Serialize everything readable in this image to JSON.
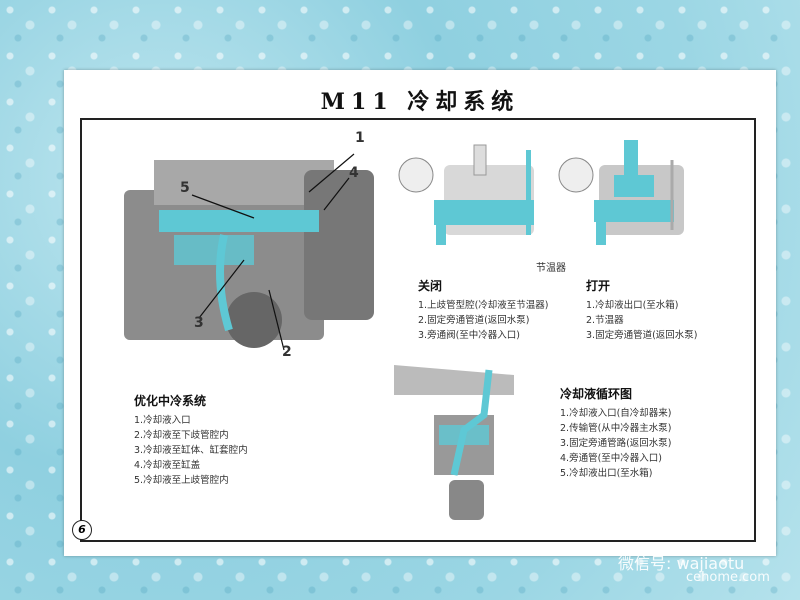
{
  "title": "M11 冷却系统",
  "page_number": "6",
  "thermostat_caption": "节温器",
  "closed": {
    "heading": "关闭",
    "items": [
      "1.上歧管型腔(冷却液至节温器)",
      "2.固定旁通管道(返回水泵)",
      "3.旁通阀(至中冷器入口)"
    ]
  },
  "open": {
    "heading": "打开",
    "items": [
      "1.冷却液出口(至水箱)",
      "2.节温器",
      "3.固定旁通管道(返回水泵)"
    ]
  },
  "optimized": {
    "heading": "优化中冷系统",
    "items": [
      "1.冷却液入口",
      "2.冷却液至下歧管腔内",
      "3.冷却液至缸体、缸套腔内",
      "4.冷却液至缸盖",
      "5.冷却液至上歧管腔内"
    ]
  },
  "circulation": {
    "heading": "冷却液循环图",
    "items": [
      "1.冷却液入口(自冷却器来)",
      "2.传输管(从中冷器主水泵)",
      "3.固定旁通管路(返回水泵)",
      "4.旁通管(至中冷器入口)",
      "5.冷却液出口(至水箱)"
    ]
  },
  "callouts": {
    "n1": "1",
    "n2": "2",
    "n3": "3",
    "n4": "4",
    "n5": "5"
  },
  "watermark": {
    "wechat": "微信号: wajiaotu",
    "site": "cehome.com"
  },
  "colors": {
    "coolant": "#5ec8d4",
    "metal": "#9a9a9a"
  }
}
